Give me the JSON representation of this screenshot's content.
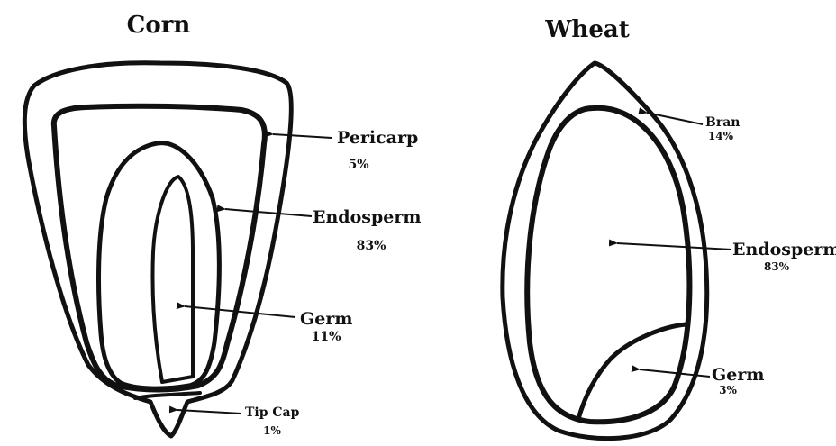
{
  "corn": {
    "title": "Corn",
    "pericarp": {
      "label": "Pericarp",
      "percent": "5%"
    },
    "endosperm": {
      "label": "Endosperm",
      "percent": "83%"
    },
    "germ": {
      "label": "Germ",
      "percent": "11%"
    },
    "tip_cap": {
      "label": "Tip Cap",
      "percent": "1%"
    }
  },
  "wheat": {
    "title": "Wheat",
    "bran": {
      "label": "Bran",
      "percent": "14%"
    },
    "endosperm": {
      "label": "Endosperm",
      "percent": "83%"
    },
    "germ": {
      "label": "Germ",
      "percent": "3%"
    }
  }
}
